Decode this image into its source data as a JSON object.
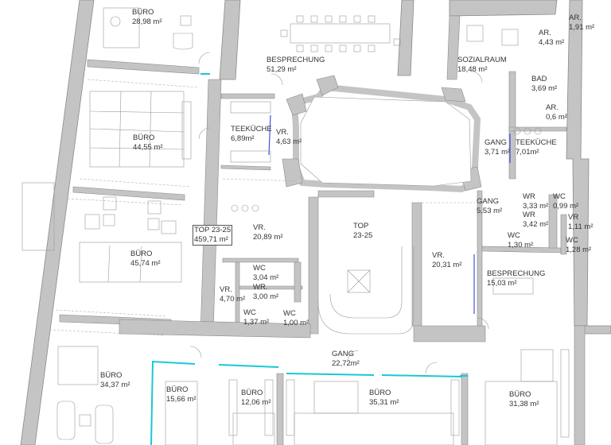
{
  "plan": {
    "title": "TOP 23-25",
    "total_area": "459,71 m²",
    "colors": {
      "wall": "#c4c4c4",
      "wall_edge": "#8a8a8a",
      "line": "#9a9a9a",
      "glass_partition": "#18c8d8",
      "blue_line": "#4050e0",
      "text": "#333333"
    }
  },
  "rooms": [
    {
      "name": "BÜRO",
      "area": "28,98 m²"
    },
    {
      "name": "BESPRECHUNG",
      "area": "51,29 m²"
    },
    {
      "name": "SOZIALRAUM",
      "area": "18,48 m²"
    },
    {
      "name": "AR.",
      "area": "4,43 m²"
    },
    {
      "name": "AR.",
      "area": "1,91 m²"
    },
    {
      "name": "BAD",
      "area": "3,69 m²"
    },
    {
      "name": "AR.",
      "area": "0,6 m²"
    },
    {
      "name": "BÜRO",
      "area": "44,55 m²"
    },
    {
      "name": "TEEKÜCHE",
      "area": "6,89m²"
    },
    {
      "name": "VR.",
      "area": "4,63 m²"
    },
    {
      "name": "GANG",
      "area": "3,71 m²"
    },
    {
      "name": "TEEKÜCHE",
      "area": "7,01m²"
    },
    {
      "name": "GANG",
      "area": "5,53 m²"
    },
    {
      "name": "WR",
      "area": "3,33 m²"
    },
    {
      "name": "WC",
      "area": "0,99 m²"
    },
    {
      "name": "WR",
      "area": "3,42 m²"
    },
    {
      "name": "VR",
      "area": "1,11 m²"
    },
    {
      "name": "WC",
      "area": "1,30 m²"
    },
    {
      "name": "WC",
      "area": "1,28 m²"
    },
    {
      "name": "BÜRO",
      "area": "45,74 m²"
    },
    {
      "name": "TOP 23-25",
      "area": "459,71 m²"
    },
    {
      "name": "VR.",
      "area": "20,89 m²"
    },
    {
      "name": "TOP",
      "area": "23-25"
    },
    {
      "name": "VR.",
      "area": "20,31 m²"
    },
    {
      "name": "BESPRECHUNG",
      "area": "15,03 m²"
    },
    {
      "name": "WC",
      "area": "3,04 m²"
    },
    {
      "name": "WR.",
      "area": "3,00 m²"
    },
    {
      "name": "VR.",
      "area": "4,70 m²"
    },
    {
      "name": "WC",
      "area": "1,37 m²"
    },
    {
      "name": "WC",
      "area": "1,00 m²"
    },
    {
      "name": "GANG",
      "area": "22,72m²"
    },
    {
      "name": "BÜRO",
      "area": "34,37 m²"
    },
    {
      "name": "BÜRO",
      "area": "15,66 m²"
    },
    {
      "name": "BÜRO",
      "area": "12,06 m²"
    },
    {
      "name": "BÜRO",
      "area": "35,31 m²"
    },
    {
      "name": "BÜRO",
      "area": "31,38 m²"
    }
  ]
}
